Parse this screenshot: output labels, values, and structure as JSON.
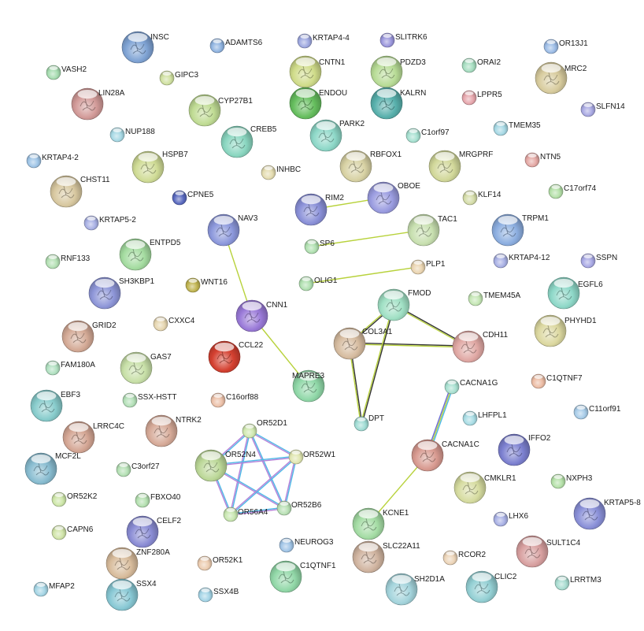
{
  "network": {
    "nodes": [
      {
        "id": "INSC",
        "color": "#7fa3d4",
        "big": true
      },
      {
        "id": "ADAMTS6",
        "color": "#8fb3e0",
        "big": false
      },
      {
        "id": "KRTAP4-4",
        "color": "#9ea8e0",
        "big": false
      },
      {
        "id": "SLITRK6",
        "color": "#9a96dc",
        "big": false
      },
      {
        "id": "OR13J1",
        "color": "#9cbce6",
        "big": false
      },
      {
        "id": "VASH2",
        "color": "#a6dcb0",
        "big": false
      },
      {
        "id": "GIPC3",
        "color": "#cfe0a0",
        "big": false
      },
      {
        "id": "CNTN1",
        "color": "#d0dc8a",
        "big": true
      },
      {
        "id": "PDZD3",
        "color": "#b8dc96",
        "big": true
      },
      {
        "id": "ORAI2",
        "color": "#a6ddc0",
        "big": false
      },
      {
        "id": "MRC2",
        "color": "#d8cc9e",
        "big": true
      },
      {
        "id": "LIN28A",
        "color": "#d29a98",
        "big": true
      },
      {
        "id": "CYP27B1",
        "color": "#c0dc94",
        "big": true
      },
      {
        "id": "ENDOU",
        "color": "#66be5e",
        "big": true
      },
      {
        "id": "KALRN",
        "color": "#58b0ac",
        "big": true
      },
      {
        "id": "LPPR5",
        "color": "#e6a6ac",
        "big": false
      },
      {
        "id": "SLFN14",
        "color": "#a8a8e2",
        "big": false
      },
      {
        "id": "NUP188",
        "color": "#a6d8e4",
        "big": false
      },
      {
        "id": "CREB5",
        "color": "#8ad6c0",
        "big": true
      },
      {
        "id": "PARK2",
        "color": "#8ed8c8",
        "big": true
      },
      {
        "id": "C1orf97",
        "color": "#a6e0d0",
        "big": false
      },
      {
        "id": "TMEM35",
        "color": "#a6d8e4",
        "big": false
      },
      {
        "id": "KRTAP4-2",
        "color": "#9ec4e6",
        "big": false
      },
      {
        "id": "HSPB7",
        "color": "#d0dc96",
        "big": true
      },
      {
        "id": "INHBC",
        "color": "#e4dcb0",
        "big": false
      },
      {
        "id": "RBFOX1",
        "color": "#d8d2a4",
        "big": true
      },
      {
        "id": "MRGPRF",
        "color": "#d2d89a",
        "big": true
      },
      {
        "id": "NTN5",
        "color": "#e4a8a4",
        "big": false
      },
      {
        "id": "CHST11",
        "color": "#d8c8a0",
        "big": true
      },
      {
        "id": "CPNE5",
        "color": "#5868be",
        "big": false
      },
      {
        "id": "RIM2",
        "color": "#8a90d8",
        "big": true
      },
      {
        "id": "OBOE",
        "color": "#9a9ce0",
        "big": true
      },
      {
        "id": "KLF14",
        "color": "#d4dca8",
        "big": false
      },
      {
        "id": "C17orf74",
        "color": "#b4e0a8",
        "big": false
      },
      {
        "id": "KRTAP5-2",
        "color": "#a8b0e4",
        "big": false
      },
      {
        "id": "NAV3",
        "color": "#8c98dc",
        "big": true
      },
      {
        "id": "TAC1",
        "color": "#c8e0b0",
        "big": true
      },
      {
        "id": "TRPM1",
        "color": "#8caee0",
        "big": true
      },
      {
        "id": "ENTPD5",
        "color": "#a4dca0",
        "big": true
      },
      {
        "id": "SP6",
        "color": "#b0e0b0",
        "big": false
      },
      {
        "id": "KRTAP4-12",
        "color": "#a8b0e4",
        "big": false
      },
      {
        "id": "SSPN",
        "color": "#a8a8e4",
        "big": false
      },
      {
        "id": "RNF133",
        "color": "#b4e0b4",
        "big": false
      },
      {
        "id": "SH3KBP1",
        "color": "#8e96d8",
        "big": true
      },
      {
        "id": "WNT16",
        "color": "#c0b450",
        "big": false
      },
      {
        "id": "PLP1",
        "color": "#ead4b0",
        "big": false
      },
      {
        "id": "OLIG1",
        "color": "#b0e0b0",
        "big": false
      },
      {
        "id": "EGFL6",
        "color": "#8ed8c8",
        "big": true
      },
      {
        "id": "FMOD",
        "color": "#a0e0c4",
        "big": true
      },
      {
        "id": "TMEM45A",
        "color": "#c4e6b4",
        "big": false
      },
      {
        "id": "CNN1",
        "color": "#9a7ad8",
        "big": true
      },
      {
        "id": "CXXC4",
        "color": "#e6d6b0",
        "big": false
      },
      {
        "id": "GRID2",
        "color": "#d4aa96",
        "big": true
      },
      {
        "id": "PHYHD1",
        "color": "#dcd8a0",
        "big": true
      },
      {
        "id": "COL3A1",
        "color": "#d6bca0",
        "big": true
      },
      {
        "id": "CDH11",
        "color": "#e0a8a4",
        "big": true
      },
      {
        "id": "CCL22",
        "color": "#d44030",
        "big": true
      },
      {
        "id": "FAM180A",
        "color": "#b0e0c0",
        "big": false
      },
      {
        "id": "GAS7",
        "color": "#c8e0a8",
        "big": true
      },
      {
        "id": "MAPRE3",
        "color": "#90d8a8",
        "big": true
      },
      {
        "id": "C1QTNF7",
        "color": "#ecbca4",
        "big": false
      },
      {
        "id": "CACNA1G",
        "color": "#a8e0d0",
        "big": false
      },
      {
        "id": "EBF3",
        "color": "#88cccc",
        "big": true
      },
      {
        "id": "SSX-HSTT",
        "color": "#b4e0b8",
        "big": false
      },
      {
        "id": "C16orf88",
        "color": "#ecc0a8",
        "big": false
      },
      {
        "id": "LHFPL1",
        "color": "#a8dce4",
        "big": false
      },
      {
        "id": "C11orf91",
        "color": "#a8cce8",
        "big": false
      },
      {
        "id": "DPT",
        "color": "#a0dcd4",
        "big": false
      },
      {
        "id": "NTRK2",
        "color": "#d6aa98",
        "big": true
      },
      {
        "id": "LRRC4C",
        "color": "#d4a694",
        "big": true
      },
      {
        "id": "OR52D1",
        "color": "#d0e8b0",
        "big": false
      },
      {
        "id": "IFFO2",
        "color": "#7c80d0",
        "big": true
      },
      {
        "id": "MCF2L",
        "color": "#88bcd0",
        "big": true
      },
      {
        "id": "OR52N4",
        "color": "#bcd898",
        "big": true
      },
      {
        "id": "OR52W1",
        "color": "#e0e6b0",
        "big": false
      },
      {
        "id": "CACNA1C",
        "color": "#d89a90",
        "big": true
      },
      {
        "id": "C3orf27",
        "color": "#b4e0b4",
        "big": false
      },
      {
        "id": "CMKLR1",
        "color": "#d6dca0",
        "big": true
      },
      {
        "id": "NXPH3",
        "color": "#b4e0a8",
        "big": false
      },
      {
        "id": "OR52K2",
        "color": "#cde6a8",
        "big": false
      },
      {
        "id": "FBXO40",
        "color": "#b4e0b0",
        "big": false
      },
      {
        "id": "OR56A4",
        "color": "#c8e6b0",
        "big": false
      },
      {
        "id": "OR52B6",
        "color": "#b8e0b4",
        "big": false
      },
      {
        "id": "KCNE1",
        "color": "#a4dca4",
        "big": true
      },
      {
        "id": "KRTAP5-8",
        "color": "#8a90d8",
        "big": true
      },
      {
        "id": "CAPN6",
        "color": "#d0e4a8",
        "big": false
      },
      {
        "id": "CELF2",
        "color": "#8a8cd4",
        "big": true
      },
      {
        "id": "LHX6",
        "color": "#a8b0e4",
        "big": false
      },
      {
        "id": "NEUROG3",
        "color": "#a0c4e6",
        "big": false
      },
      {
        "id": "SULT1C4",
        "color": "#d8a0a0",
        "big": true
      },
      {
        "id": "ZNF280A",
        "color": "#d8bc9c",
        "big": true
      },
      {
        "id": "OR52K1",
        "color": "#ecccb0",
        "big": false
      },
      {
        "id": "SLC22A11",
        "color": "#d0b4a0",
        "big": true
      },
      {
        "id": "RCOR2",
        "color": "#ecd4b8",
        "big": false
      },
      {
        "id": "C1QTNF1",
        "color": "#92d8a8",
        "big": true
      },
      {
        "id": "MFAP2",
        "color": "#a4d4e4",
        "big": false
      },
      {
        "id": "SSX4",
        "color": "#88c8d4",
        "big": true
      },
      {
        "id": "SSX4B",
        "color": "#a4d4e6",
        "big": false
      },
      {
        "id": "SH2D1A",
        "color": "#a4d4dc",
        "big": true
      },
      {
        "id": "CLIC2",
        "color": "#94d0d4",
        "big": true
      },
      {
        "id": "LRRTM3",
        "color": "#a8dcd0",
        "big": false
      }
    ],
    "edges": [
      {
        "source": "RIM2",
        "target": "OBOE",
        "colors": [
          "#b8d23c"
        ]
      },
      {
        "source": "SP6",
        "target": "TAC1",
        "colors": [
          "#b8d23c"
        ]
      },
      {
        "source": "OLIG1",
        "target": "PLP1",
        "colors": [
          "#b8d23c"
        ]
      },
      {
        "source": "NAV3",
        "target": "CNN1",
        "colors": [
          "#b8d23c"
        ]
      },
      {
        "source": "CNN1",
        "target": "MAPRE3",
        "colors": [
          "#b8d23c"
        ]
      },
      {
        "source": "FMOD",
        "target": "COL3A1",
        "colors": [
          "#333333",
          "#b8d23c"
        ]
      },
      {
        "source": "FMOD",
        "target": "CDH11",
        "colors": [
          "#333333",
          "#b8d23c"
        ]
      },
      {
        "source": "COL3A1",
        "target": "CDH11",
        "colors": [
          "#333333",
          "#b8d23c"
        ]
      },
      {
        "source": "COL3A1",
        "target": "DPT",
        "colors": [
          "#333333",
          "#b8d23c"
        ]
      },
      {
        "source": "FMOD",
        "target": "DPT",
        "colors": [
          "#333333",
          "#b8d23c"
        ]
      },
      {
        "source": "CACNA1G",
        "target": "CACNA1C",
        "colors": [
          "#4db8e6",
          "#b8d23c",
          "#6a6ad8"
        ]
      },
      {
        "source": "CACNA1C",
        "target": "KCNE1",
        "colors": [
          "#b8d23c"
        ]
      },
      {
        "source": "OR52D1",
        "target": "OR52N4",
        "colors": [
          "#4db8e6",
          "#b480d8"
        ]
      },
      {
        "source": "OR52D1",
        "target": "OR52W1",
        "colors": [
          "#4db8e6",
          "#b480d8"
        ]
      },
      {
        "source": "OR52D1",
        "target": "OR56A4",
        "colors": [
          "#4db8e6",
          "#b480d8"
        ]
      },
      {
        "source": "OR52D1",
        "target": "OR52B6",
        "colors": [
          "#4db8e6",
          "#b480d8"
        ]
      },
      {
        "source": "OR52N4",
        "target": "OR52W1",
        "colors": [
          "#4db8e6",
          "#b480d8"
        ]
      },
      {
        "source": "OR52N4",
        "target": "OR56A4",
        "colors": [
          "#4db8e6",
          "#b480d8"
        ]
      },
      {
        "source": "OR52N4",
        "target": "OR52B6",
        "colors": [
          "#4db8e6",
          "#b480d8"
        ]
      },
      {
        "source": "OR52W1",
        "target": "OR56A4",
        "colors": [
          "#4db8e6",
          "#b480d8"
        ]
      },
      {
        "source": "OR52W1",
        "target": "OR52B6",
        "colors": [
          "#4db8e6",
          "#b480d8"
        ]
      },
      {
        "source": "OR56A4",
        "target": "OR52B6",
        "colors": [
          "#4db8e6",
          "#b480d8"
        ]
      }
    ]
  }
}
